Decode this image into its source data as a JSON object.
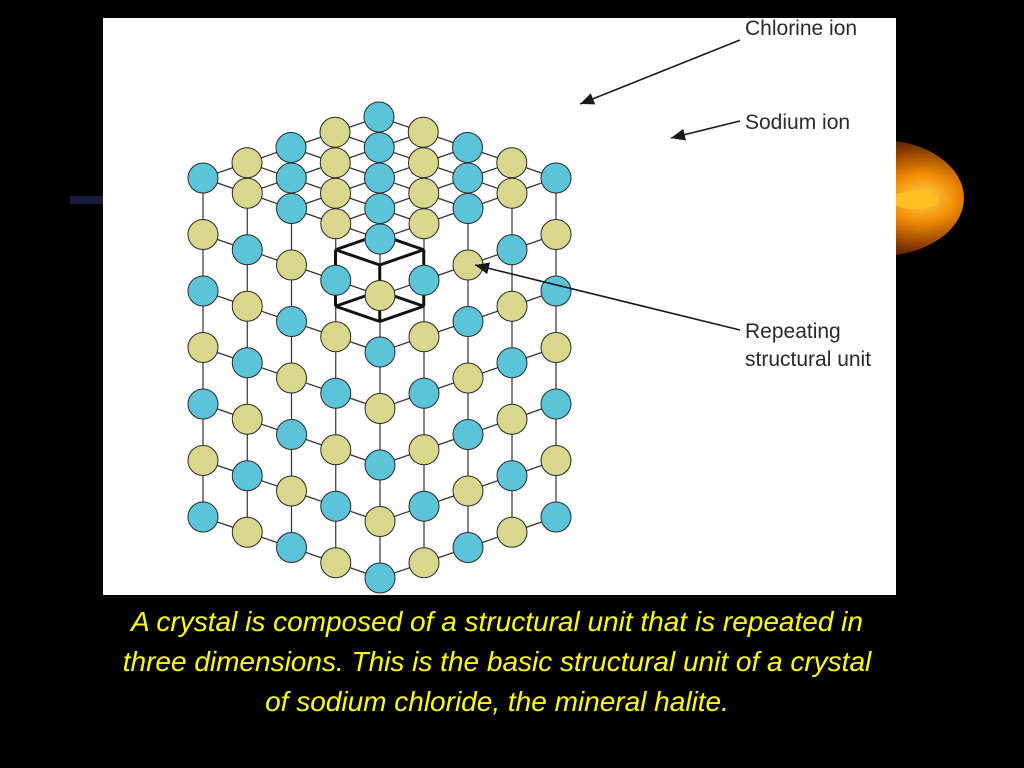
{
  "labels": {
    "chlorine": "Chlorine ion",
    "sodium": "Sodium ion",
    "repeating_line1": "Repeating",
    "repeating_line2": "structural unit"
  },
  "caption": "A crystal is composed of a structural unit that is repeated in three dimensions. This is the basic structural unit of a crystal of sodium chloride, the mineral halite.",
  "colors": {
    "background": "#000000",
    "panel": "#ffffff",
    "chlorine_fill": "#5bc4d8",
    "sodium_fill": "#d8d88c",
    "bond": "#333333",
    "caption": "#ffff00",
    "glow_outer": "#5a2a00",
    "glow_mid": "#c86a00",
    "glow_inner": "#ffb020"
  }
}
